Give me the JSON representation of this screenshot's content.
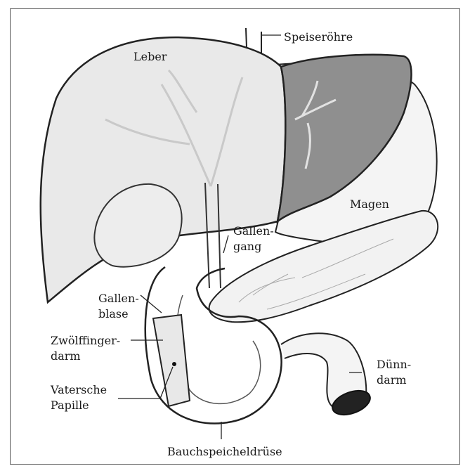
{
  "diagram": {
    "labels": {
      "speiseroehre": "Speiseröhre",
      "leber": "Leber",
      "magen": "Magen",
      "gallengang_1": "Gallen-",
      "gallengang_2": "gang",
      "gallenblase_1": "Gallen-",
      "gallenblase_2": "blase",
      "zwoelffinger_1": "Zwölffinger-",
      "zwoelffinger_2": "darm",
      "vatersche_1": "Vatersche",
      "vatersche_2": "Papille",
      "duenndarm_1": "Dünn-",
      "duenndarm_2": "darm",
      "bauchspeichel": "Bauchspeicheldrüse"
    }
  }
}
